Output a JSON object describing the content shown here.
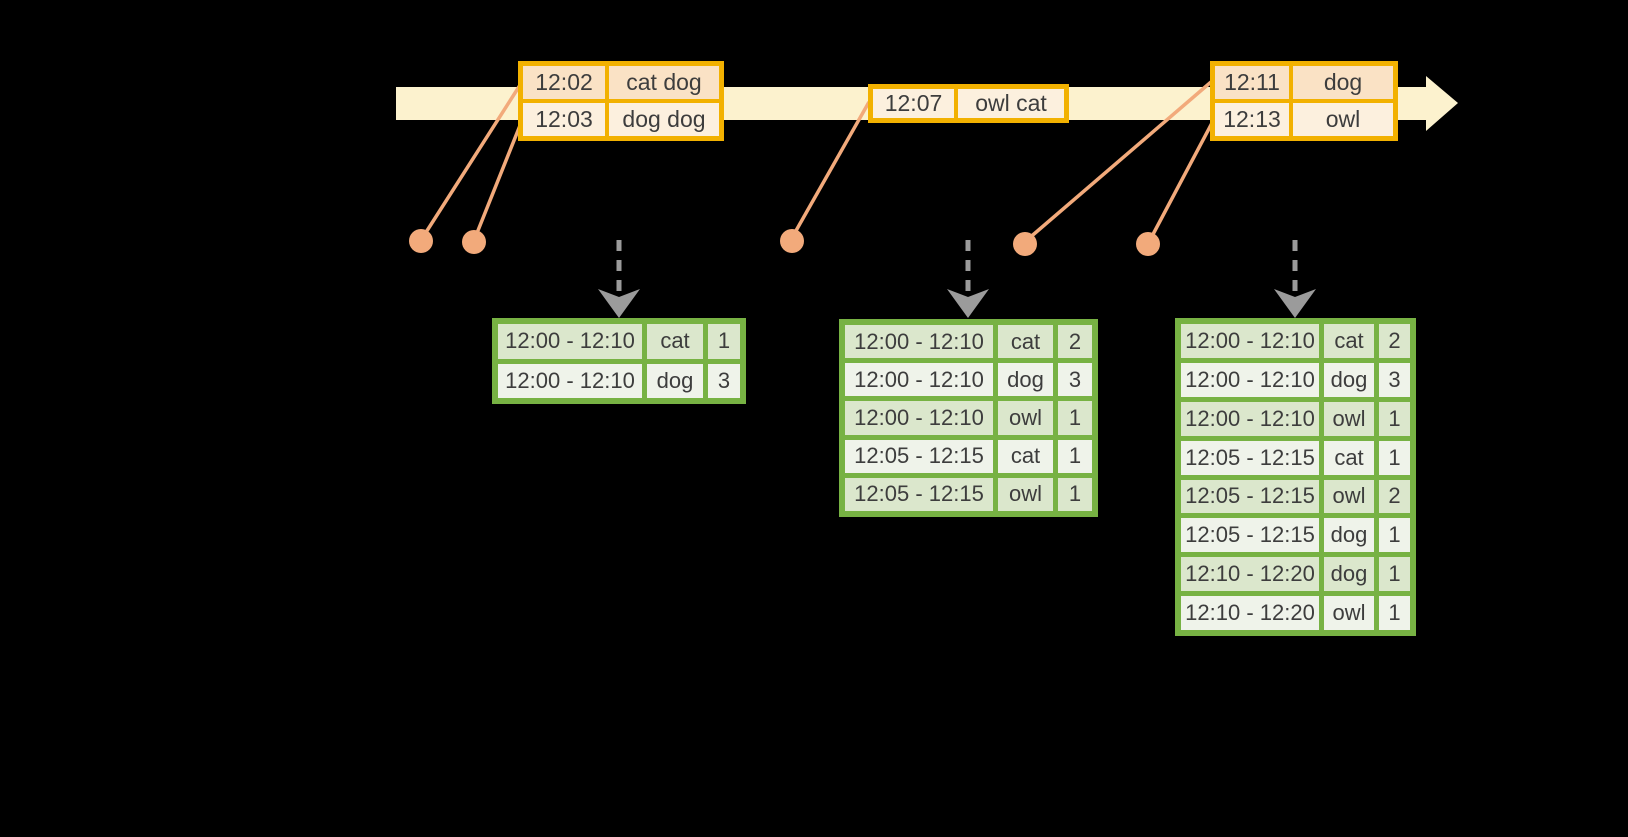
{
  "colors": {
    "background": "#000000",
    "timeline_band": "#FCF2CE",
    "event_border": "#F2B100",
    "event_row_dark": "#FAE2C5",
    "event_row_light": "#FCF0DE",
    "connector": "#F2AA7B",
    "trigger_arrow": "#9B9B9B",
    "result_border": "#77B243",
    "result_row_dark": "#DBE7CC",
    "result_row_light": "#EFF3EA",
    "text": "#3D3D3D"
  },
  "event_tables": [
    {
      "rows": [
        {
          "time": "12:02",
          "words": "cat dog"
        },
        {
          "time": "12:03",
          "words": "dog dog"
        }
      ]
    },
    {
      "rows": [
        {
          "time": "12:07",
          "words": "owl cat"
        }
      ]
    },
    {
      "rows": [
        {
          "time": "12:11",
          "words": "dog"
        },
        {
          "time": "12:13",
          "words": "owl"
        }
      ]
    }
  ],
  "result_tables": [
    {
      "rows": [
        {
          "window": "12:00 - 12:10",
          "word": "cat",
          "count": 1
        },
        {
          "window": "12:00 - 12:10",
          "word": "dog",
          "count": 3
        }
      ]
    },
    {
      "rows": [
        {
          "window": "12:00 - 12:10",
          "word": "cat",
          "count": 2
        },
        {
          "window": "12:00 - 12:10",
          "word": "dog",
          "count": 3
        },
        {
          "window": "12:00 - 12:10",
          "word": "owl",
          "count": 1
        },
        {
          "window": "12:05 - 12:15",
          "word": "cat",
          "count": 1
        },
        {
          "window": "12:05 - 12:15",
          "word": "owl",
          "count": 1
        }
      ]
    },
    {
      "rows": [
        {
          "window": "12:00 - 12:10",
          "word": "cat",
          "count": 2
        },
        {
          "window": "12:00 - 12:10",
          "word": "dog",
          "count": 3
        },
        {
          "window": "12:00 - 12:10",
          "word": "owl",
          "count": 1
        },
        {
          "window": "12:05 - 12:15",
          "word": "cat",
          "count": 1
        },
        {
          "window": "12:05 - 12:15",
          "word": "owl",
          "count": 2
        },
        {
          "window": "12:05 - 12:15",
          "word": "dog",
          "count": 1
        },
        {
          "window": "12:10 - 12:20",
          "word": "dog",
          "count": 1
        },
        {
          "window": "12:10 - 12:20",
          "word": "owl",
          "count": 1
        }
      ]
    }
  ]
}
